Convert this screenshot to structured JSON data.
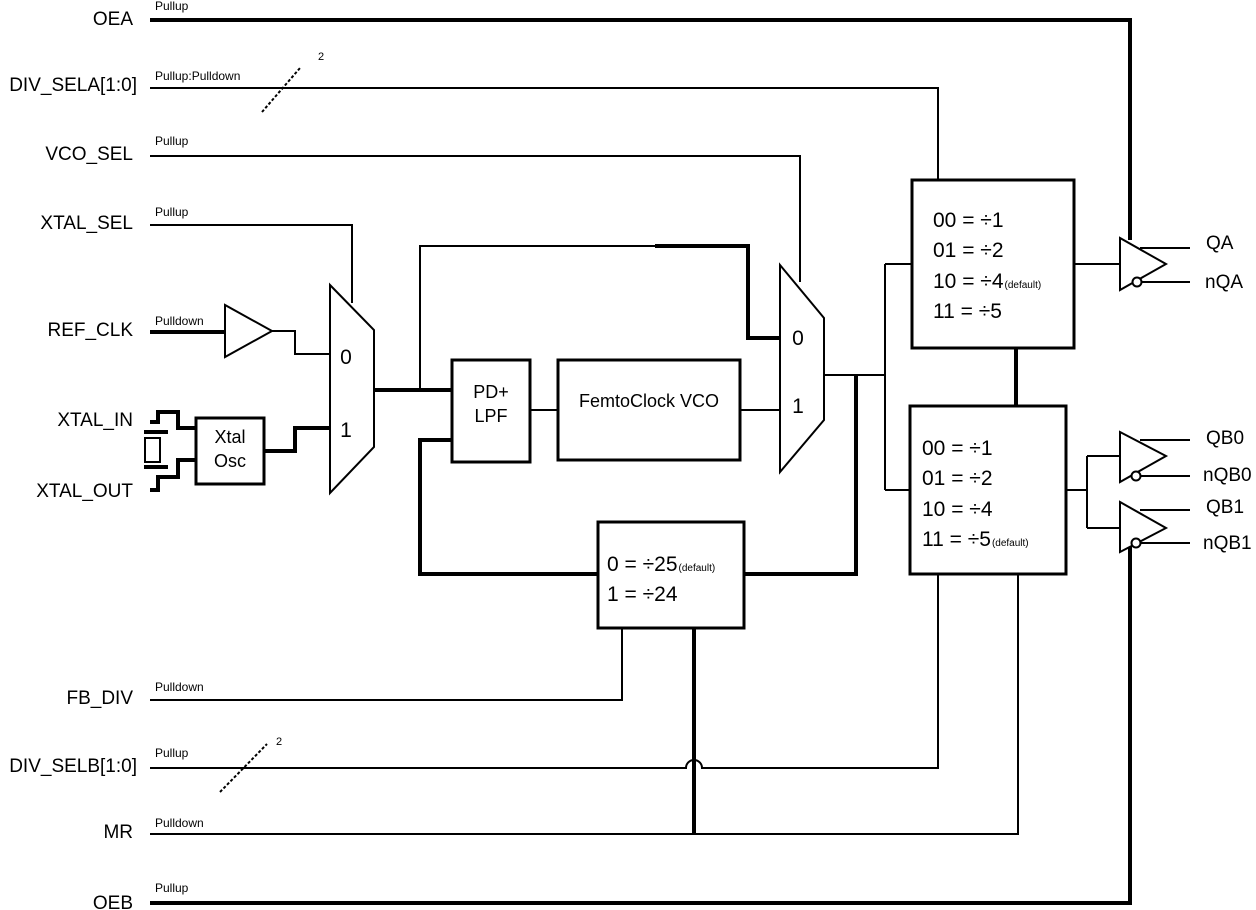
{
  "signals": {
    "oea": "OEA",
    "div_sela": "DIV_SELA[1:0]",
    "vco_sel": "VCO_SEL",
    "xtal_sel": "XTAL_SEL",
    "ref_clk": "REF_CLK",
    "xtal_in": "XTAL_IN",
    "xtal_out": "XTAL_OUT",
    "fb_div": "FB_DIV",
    "div_selb": "DIV_SELB[1:0]",
    "mr": "MR",
    "oeb": "OEB"
  },
  "pulls": {
    "oea": "Pullup",
    "div_sela": "Pullup:Pulldown",
    "vco_sel": "Pullup",
    "xtal_sel": "Pullup",
    "ref_clk": "Pulldown",
    "fb_div": "Pulldown",
    "div_selb": "Pullup",
    "mr": "Pulldown",
    "oeb": "Pullup"
  },
  "bus_width": {
    "a": "2",
    "b": "2"
  },
  "blocks": {
    "xtal_osc": [
      "Xtal",
      "Osc"
    ],
    "pd_lpf": [
      "PD+",
      "LPF"
    ],
    "vco": "FemtoClock VCO",
    "mux_in": [
      "0",
      "1"
    ],
    "mux_vco": [
      "0",
      "1"
    ]
  },
  "fb_divider": {
    "rows": [
      {
        "text": "0 = ÷25",
        "note": "(default)"
      },
      {
        "text": "1 = ÷24",
        "note": ""
      }
    ]
  },
  "div_a": {
    "rows": [
      {
        "text": "00 = ÷1",
        "note": ""
      },
      {
        "text": "01 = ÷2",
        "note": ""
      },
      {
        "text": "10 =  ÷4",
        "note": "(default)"
      },
      {
        "text": "11 =  ÷5",
        "note": ""
      }
    ]
  },
  "div_b": {
    "rows": [
      {
        "text": "00 = ÷1",
        "note": ""
      },
      {
        "text": "01 = ÷2",
        "note": ""
      },
      {
        "text": "10 =  ÷4",
        "note": ""
      },
      {
        "text": "11 =  ÷5",
        "note": "(default)"
      }
    ]
  },
  "outputs": {
    "qa": "QA",
    "nqa": "nQA",
    "qb0": "QB0",
    "nqb0": "nQB0",
    "qb1": "QB1",
    "nqb1": "nQB1"
  }
}
